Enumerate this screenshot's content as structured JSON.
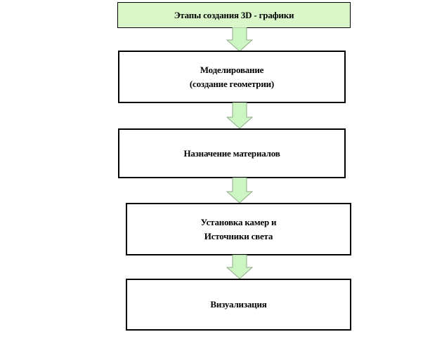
{
  "diagram": {
    "title": "Этапы создания 3D - графики",
    "steps": [
      {
        "lines": [
          "Моделирование",
          "(создание геометрии)"
        ]
      },
      {
        "lines": [
          "Назначение материалов"
        ]
      },
      {
        "lines": [
          "Установка камер и",
          "Источники света"
        ]
      },
      {
        "lines": [
          "Визуализация"
        ]
      }
    ]
  },
  "colors": {
    "title_fill": "#d9f7c8",
    "arrow_fill": "#ccf5c3",
    "arrow_stroke": "#8fa88a",
    "border": "#000000"
  },
  "icons": {
    "connector": "arrow-down-icon"
  }
}
